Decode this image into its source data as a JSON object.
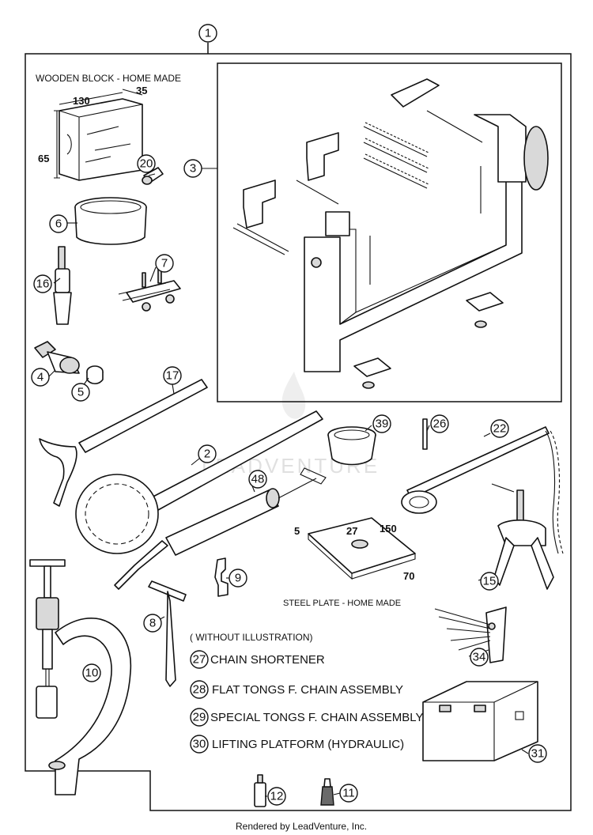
{
  "labels": {
    "wooden_block": "WOODEN BLOCK - HOME MADE",
    "steel_plate": "STEEL PLATE - HOME MADE",
    "without_illustration": "( WITHOUT ILLUSTRATION)",
    "footer": "Rendered by LeadVenture, Inc.",
    "watermark": "LEADVENTURE"
  },
  "dimensions": {
    "block_130": "130",
    "block_35": "35",
    "block_65": "65",
    "plate_5": "5",
    "plate_27": "27",
    "plate_150": "150",
    "plate_70": "70"
  },
  "callouts": [
    {
      "num": "1"
    },
    {
      "num": "3"
    },
    {
      "num": "20"
    },
    {
      "num": "6"
    },
    {
      "num": "7"
    },
    {
      "num": "16"
    },
    {
      "num": "4"
    },
    {
      "num": "5"
    },
    {
      "num": "17"
    },
    {
      "num": "39"
    },
    {
      "num": "26"
    },
    {
      "num": "22"
    },
    {
      "num": "2"
    },
    {
      "num": "48"
    },
    {
      "num": "15"
    },
    {
      "num": "9"
    },
    {
      "num": "8"
    },
    {
      "num": "34"
    },
    {
      "num": "10"
    },
    {
      "num": "31"
    },
    {
      "num": "12"
    },
    {
      "num": "11"
    }
  ],
  "without_illustration_items": [
    {
      "num": "27",
      "text": "CHAIN SHORTENER"
    },
    {
      "num": "28",
      "text": "FLAT TONGS F. CHAIN ASSEMBLY"
    },
    {
      "num": "29",
      "text": "SPECIAL TONGS F. CHAIN ASSEMBLY"
    },
    {
      "num": "30",
      "text": "LIFTING PLATFORM (HYDRAULIC)"
    }
  ]
}
